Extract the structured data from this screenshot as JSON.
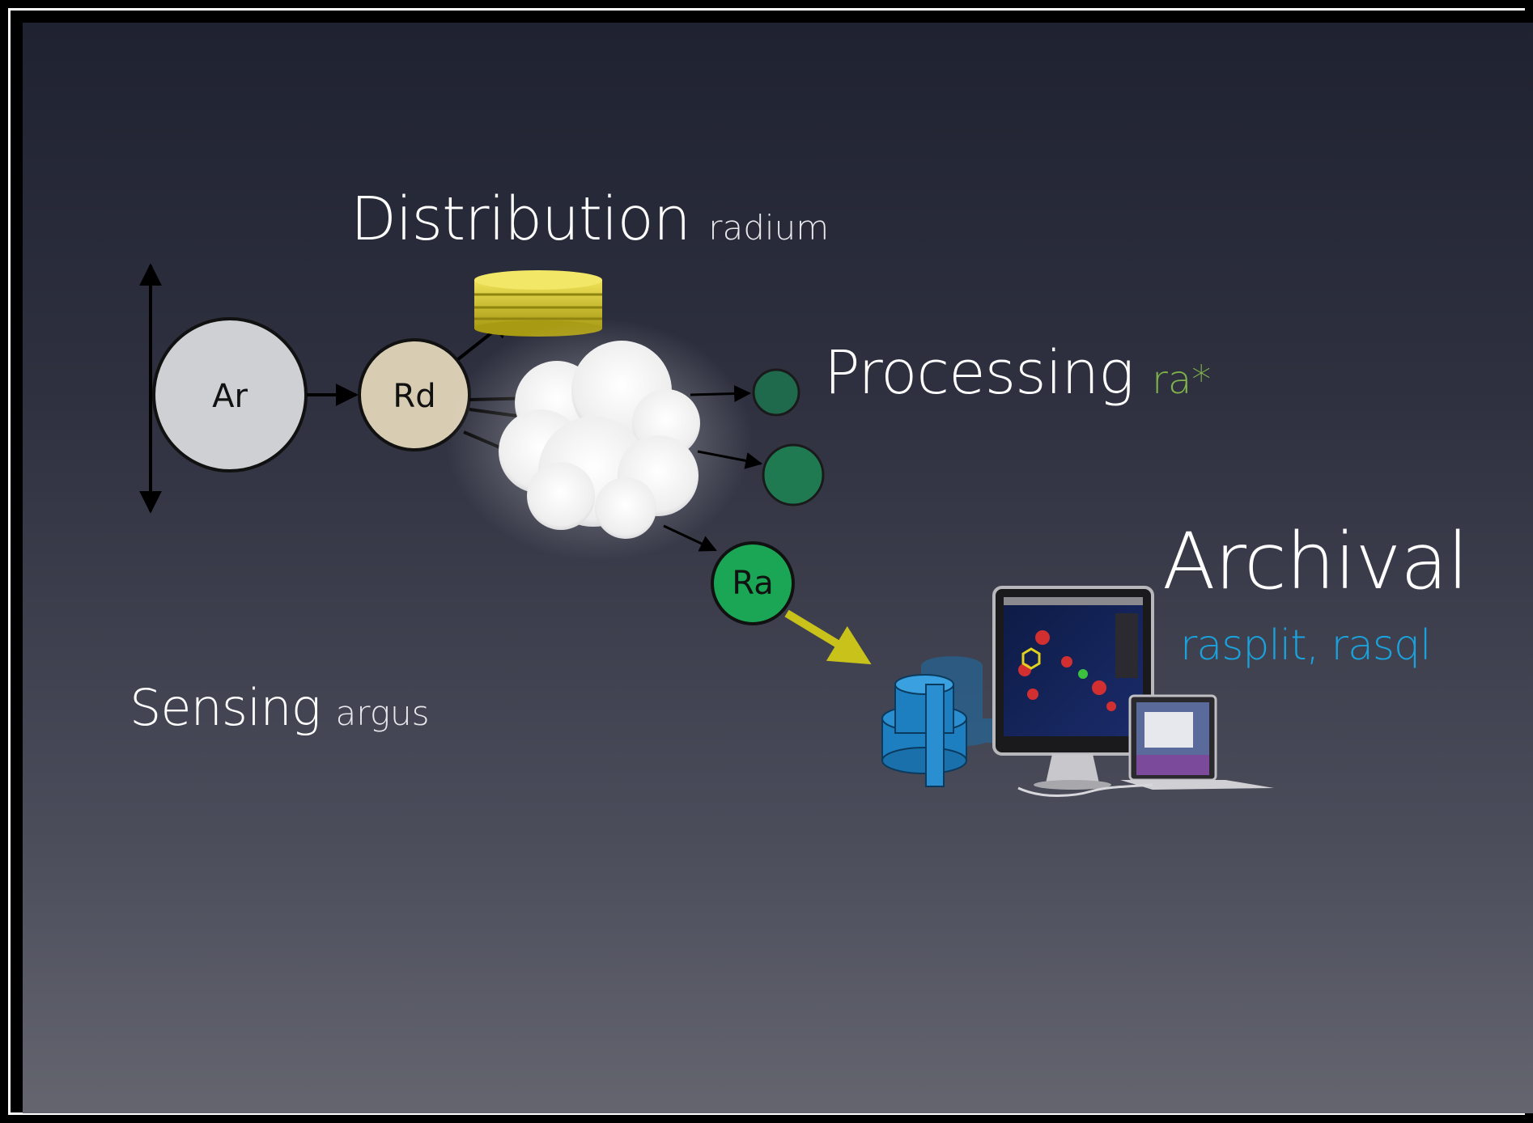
{
  "distribution": {
    "title": "Distribution",
    "sub": "radium"
  },
  "processing": {
    "title": "Processing",
    "sub": "ra*"
  },
  "archival": {
    "title": "Archival",
    "sub": "rasplit, rasql"
  },
  "sensing": {
    "title": "Sensing",
    "sub": "argus"
  },
  "nodes": {
    "ar": "Ar",
    "rd": "Rd",
    "ra": "Ra"
  },
  "colors": {
    "ar_fill": "#cfd0d4",
    "rd_fill": "#d8ccb3",
    "ra_fill": "#1aa654",
    "processing_node": "#1f6a4c",
    "storage_gold": "#cfc230",
    "archival_arrow": "#c9c21a",
    "archival_blue": "#1e7fc0",
    "processing_green": "#7fb24a"
  },
  "icons": [
    "disk-stack-icon",
    "cloud-icon",
    "database-icon",
    "computer-monitor-icon",
    "laptop-icon"
  ]
}
